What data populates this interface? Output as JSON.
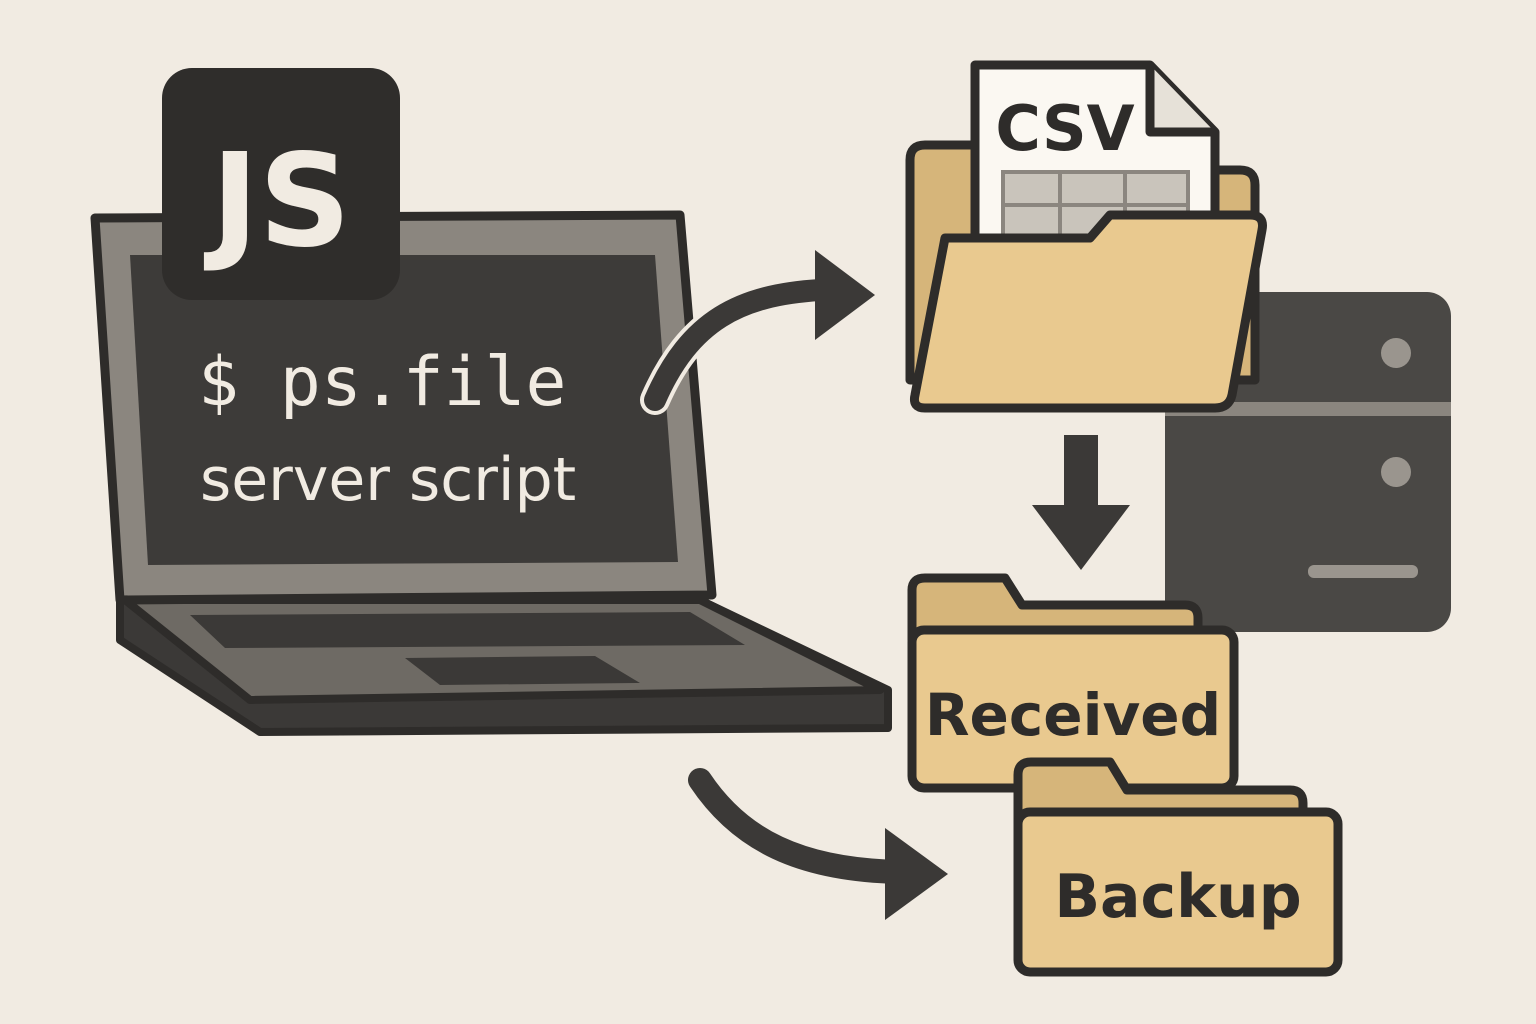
{
  "badge": {
    "label": "JS"
  },
  "laptop": {
    "command": "$ ps.file",
    "caption": "server script"
  },
  "file": {
    "label": "CSV"
  },
  "folders": {
    "received": "Received",
    "backup": "Backup"
  },
  "colors": {
    "background": "#f1ebe2",
    "dark": "#3b3937",
    "folder": "#e9c98f",
    "folder_back": "#d6b57a",
    "server": "#4a4845",
    "bezel": "#8b867f"
  }
}
